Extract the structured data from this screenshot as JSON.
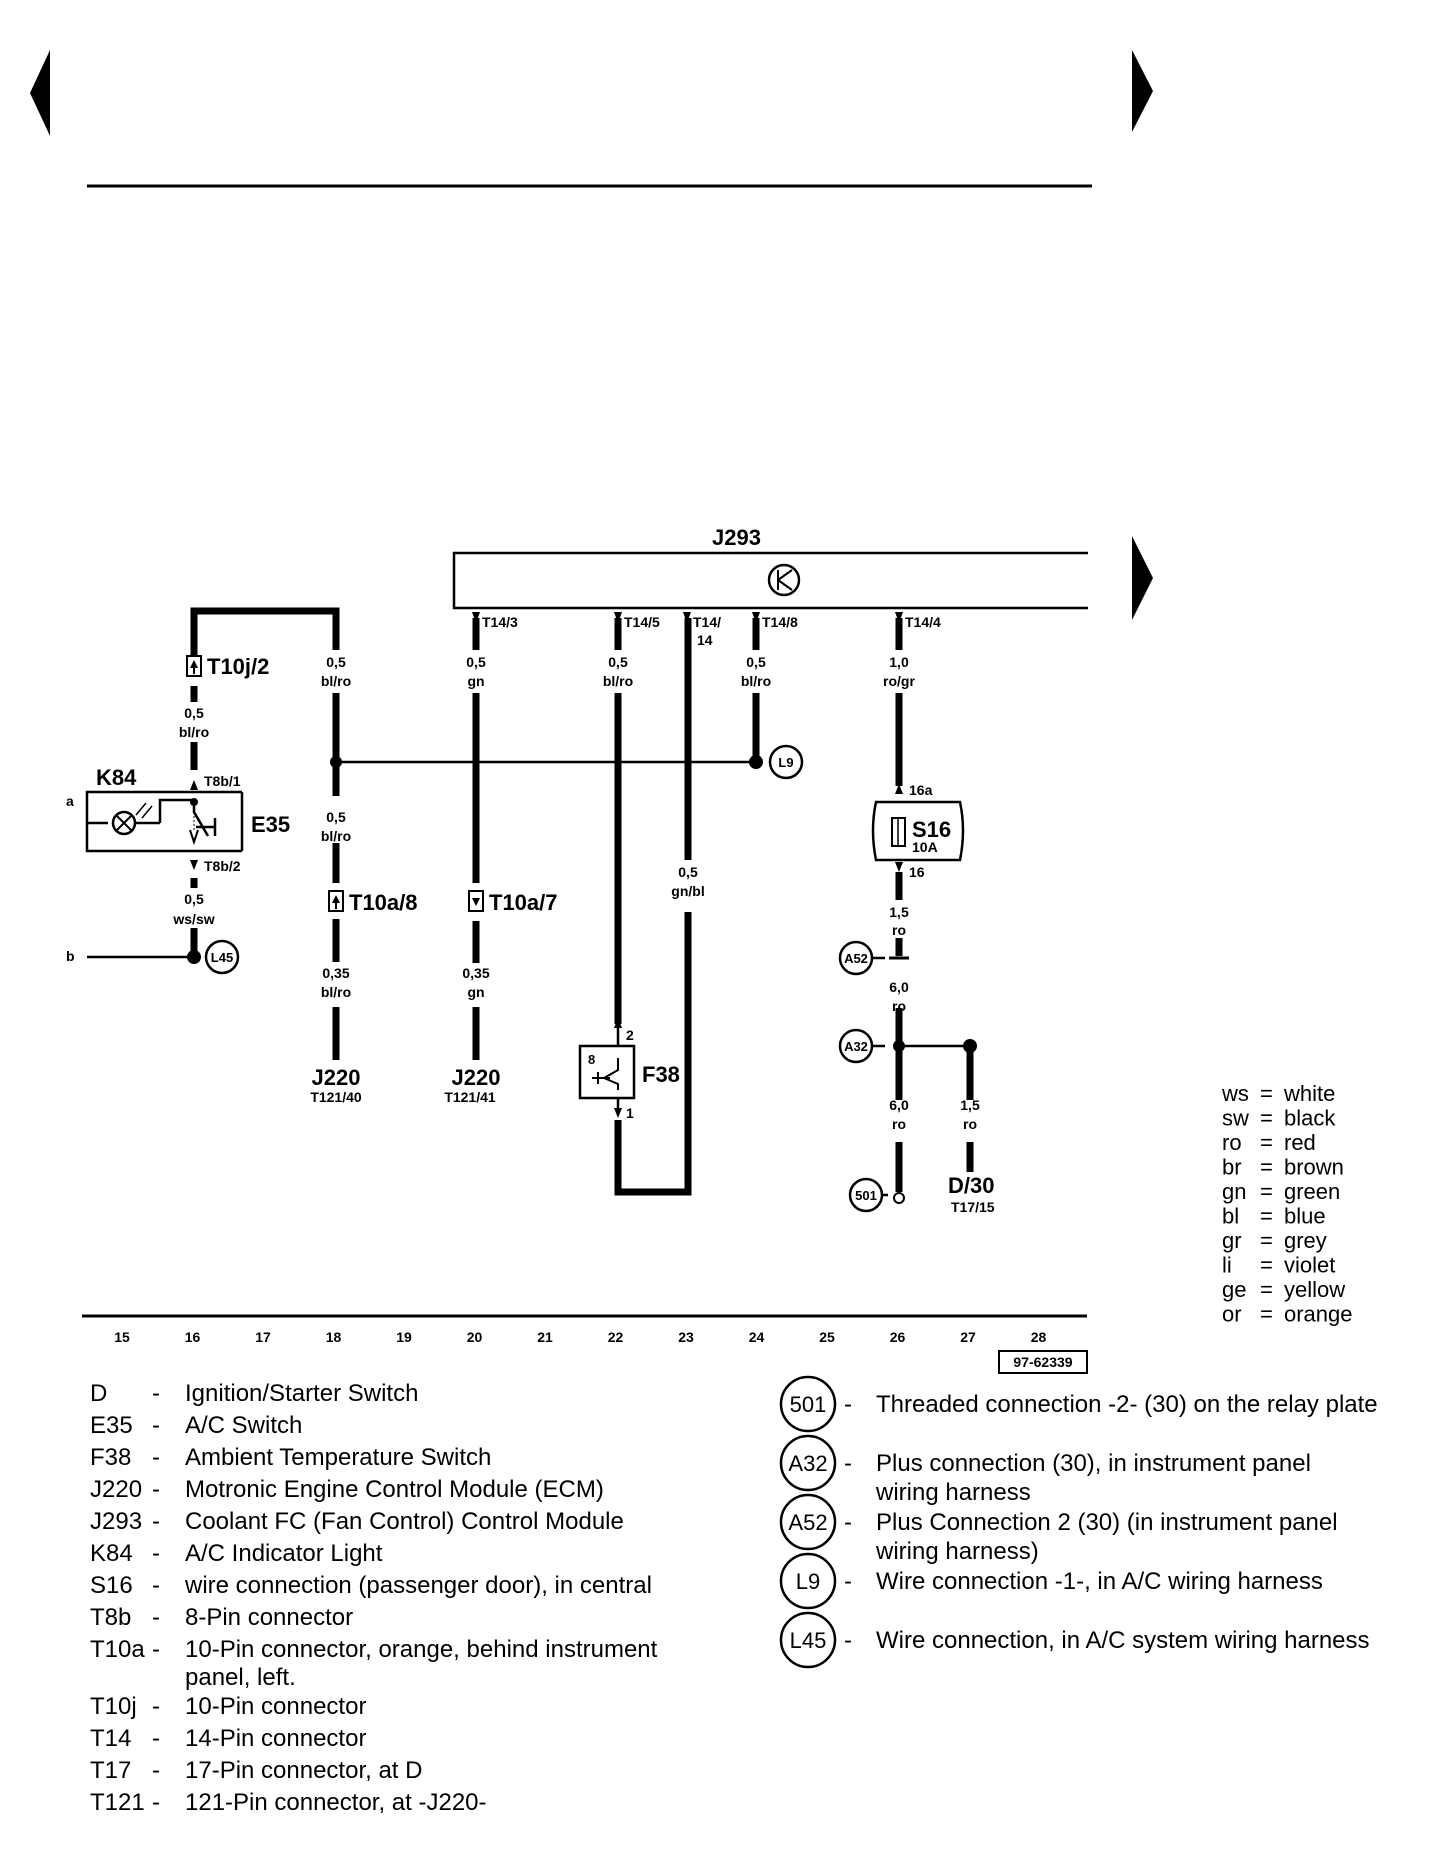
{
  "diagram": {
    "relay": {
      "name": "J293"
    },
    "pins": {
      "t14_3": "T14/3",
      "t14_5": "T14/5",
      "t14_14a": "T14/",
      "t14_14b": "14",
      "t14_8": "T14/8",
      "t14_4": "T14/4",
      "t10j_2": "T10j/2",
      "t8b_1": "T8b/1",
      "t8b_2": "T8b/2",
      "t10a_8": "T10a/8",
      "t10a_7": "T10a/7",
      "s16_16a": "16a",
      "s16_16": "16",
      "f38_2": "2",
      "f38_1": "1",
      "f38_small": "8"
    },
    "wires": {
      "w18a": [
        "0,5",
        "bl/ro"
      ],
      "w16a": [
        "0,5",
        "bl/ro"
      ],
      "w16b": [
        "0,5",
        "ws/sw"
      ],
      "w18b": [
        "0,5",
        "bl/ro"
      ],
      "w18c": [
        "0,35",
        "bl/ro"
      ],
      "w20a": [
        "0,5",
        "gn"
      ],
      "w20b": [
        "0,35",
        "gn"
      ],
      "w22": [
        "0,5",
        "bl/ro"
      ],
      "w23": [
        "0,5",
        "gn/bl"
      ],
      "w24": [
        "0,5",
        "bl/ro"
      ],
      "w26a": [
        "1,0",
        "ro/gr"
      ],
      "w26b": [
        "1,5",
        "ro"
      ],
      "w26c": [
        "6,0",
        "ro"
      ],
      "w26d": [
        "6,0",
        "ro"
      ],
      "w27": [
        "1,5",
        "ro"
      ]
    },
    "components": {
      "k84": "K84",
      "e35": "E35",
      "f38": "F38",
      "s16": "S16",
      "s16_rating": "10A",
      "j220a": "J220",
      "j220a_pin": "T121/40",
      "j220b": "J220",
      "j220b_pin": "T121/41",
      "d": "D/30",
      "d_pin": "T17/15"
    },
    "edge_labels": {
      "a": "a",
      "b": "b"
    },
    "grounds": {
      "l9": "L9",
      "l45": "L45",
      "a52": "A52",
      "a32": "A32",
      "g501": "501"
    },
    "columns": [
      "15",
      "16",
      "17",
      "18",
      "19",
      "20",
      "21",
      "22",
      "23",
      "24",
      "25",
      "26",
      "27",
      "28"
    ],
    "ref_code": "97-62339"
  },
  "color_legend": [
    {
      "code": "ws",
      "name": "white"
    },
    {
      "code": "sw",
      "name": "black"
    },
    {
      "code": "ro",
      "name": "red"
    },
    {
      "code": "br",
      "name": "brown"
    },
    {
      "code": "gn",
      "name": "green"
    },
    {
      "code": "bl",
      "name": "blue"
    },
    {
      "code": "gr",
      "name": "grey"
    },
    {
      "code": "li",
      "name": "violet"
    },
    {
      "code": "ge",
      "name": "yellow"
    },
    {
      "code": "or",
      "name": "orange"
    }
  ],
  "component_legend": [
    {
      "code": "D",
      "desc": "Ignition/Starter Switch"
    },
    {
      "code": "E35",
      "desc": "A/C Switch"
    },
    {
      "code": "F38",
      "desc": "Ambient Temperature Switch"
    },
    {
      "code": "J220",
      "desc": "Motronic Engine Control Module (ECM)"
    },
    {
      "code": "J293",
      "desc": "Coolant FC (Fan Control) Control Module"
    },
    {
      "code": "K84",
      "desc": "A/C Indicator Light"
    },
    {
      "code": "S16",
      "desc": " wire connection (passenger door), in central"
    },
    {
      "code": "T8b",
      "desc": "8-Pin connector"
    },
    {
      "code": "T10a",
      "desc": "10-Pin connector, orange, behind instrument",
      "desc2": "panel, left."
    },
    {
      "code": "T10j",
      "desc": "10-Pin connector"
    },
    {
      "code": "T14",
      "desc": "14-Pin connector"
    },
    {
      "code": "T17",
      "desc": "17-Pin connector, at D"
    },
    {
      "code": "T121",
      "desc": "121-Pin connector, at -J220-"
    }
  ],
  "connection_legend": [
    {
      "code": "501",
      "desc": "Threaded connection -2- (30) on the relay plate"
    },
    {
      "code": "A32",
      "desc": "Plus connection (30), in instrument panel",
      "desc2": "wiring harness"
    },
    {
      "code": "A52",
      "desc": " Plus Connection 2 (30) (in instrument panel",
      "desc2": "wiring harness)"
    },
    {
      "code": "L9",
      "desc": "Wire connection -1-, in A/C wiring harness"
    },
    {
      "code": "L45",
      "desc": "Wire connection, in A/C system wiring harness"
    }
  ]
}
